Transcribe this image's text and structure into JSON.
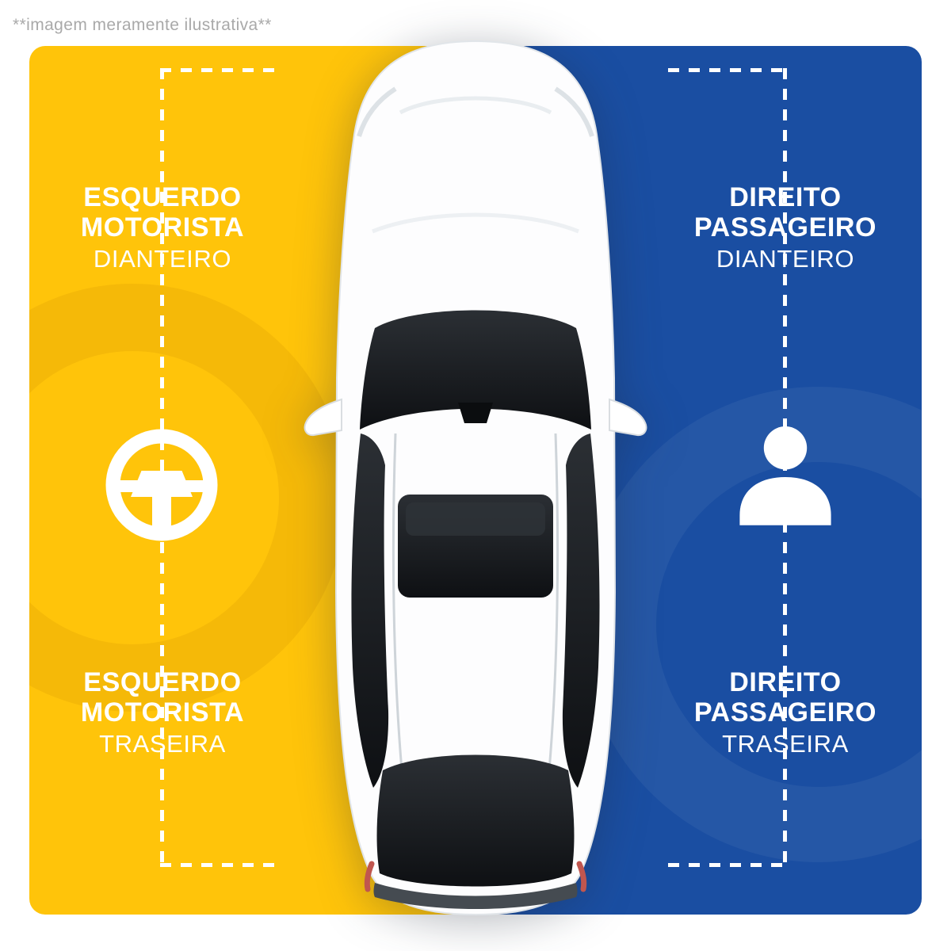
{
  "disclaimer": {
    "text": "**imagem meramente ilustrativa**",
    "color": "#A9A9A9"
  },
  "colors": {
    "driver_panel": "#FFC40A",
    "passenger_panel": "#1A4EA2",
    "label_text": "#FFFFFF",
    "guide_dash": "#FFFFFF"
  },
  "left_panel": {
    "icon": "steering-wheel-icon",
    "front_label": {
      "line1": "ESQUERDO",
      "line2": "MOTORISTA",
      "line3": "DIANTEIRO"
    },
    "rear_label": {
      "line1": "ESQUERDO",
      "line2": "MOTORISTA",
      "line3": "TRASEIRA"
    }
  },
  "right_panel": {
    "icon": "person-icon",
    "front_label": {
      "line1": "DIREITO",
      "line2": "PASSAGEIRO",
      "line3": "DIANTEIRO"
    },
    "rear_label": {
      "line1": "DIREITO",
      "line2": "PASSAGEIRO",
      "line3": "TRASEIRA"
    }
  },
  "illustration": {
    "icon": "car-top-view-illustration"
  }
}
